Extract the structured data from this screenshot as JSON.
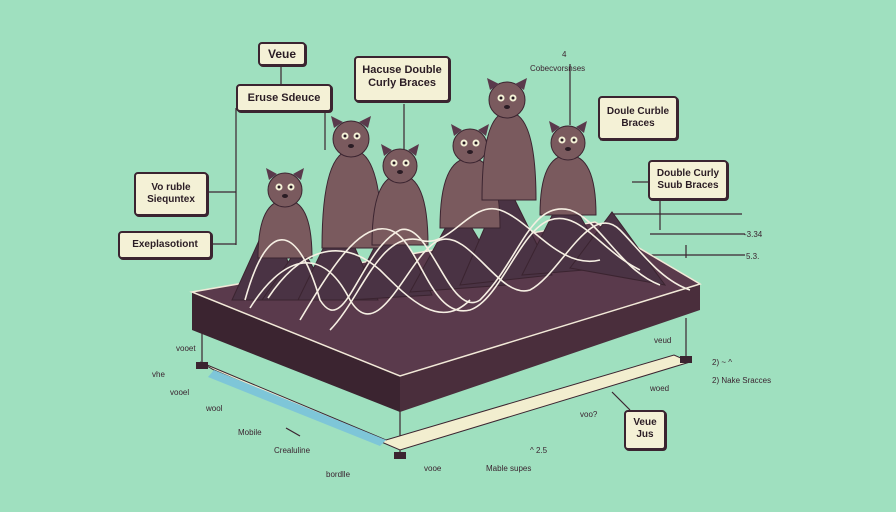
{
  "boxes": {
    "vue": "Veue",
    "erase_sdeuce": "Eruse Sdeuce",
    "hacuse_double": "Hacuse Double\nCurly Braces",
    "double_curble": "Doule Curble\nBraces",
    "double_curly": "Double Curly\nSuub Braces",
    "vo_ruble": "Vo ruble\nSiequntex",
    "explanation": "Exeplasotiont",
    "vue_jus": "Veue\nJus"
  },
  "labels": {
    "top_num": "4",
    "cobe": "Cobecvorsnses",
    "r1": "-3.34",
    "r2": "5.3.",
    "r3": "2) ~ ^",
    "r4": "2) Nake Sracces",
    "left1": "vooet",
    "left2": "vhe",
    "left3": "vooel",
    "left4": "wool",
    "mobile": "Mobile",
    "creatuline": "Crealuline",
    "bordle": "bordlle",
    "mable": "Mable supes",
    "v25": "^ 2.5",
    "vooo": "vooe",
    "woed": "woed",
    "voos": "voo?",
    "veud": "veud"
  },
  "colors": {
    "background": "#9fe0bf",
    "platform_top": "#5a3a4c",
    "platform_side": "#3b2430",
    "mountain": "#4a3344",
    "animal_fur": "#7a5a5e",
    "wave": "#f6efe3",
    "ruler": "#f2eecf"
  }
}
